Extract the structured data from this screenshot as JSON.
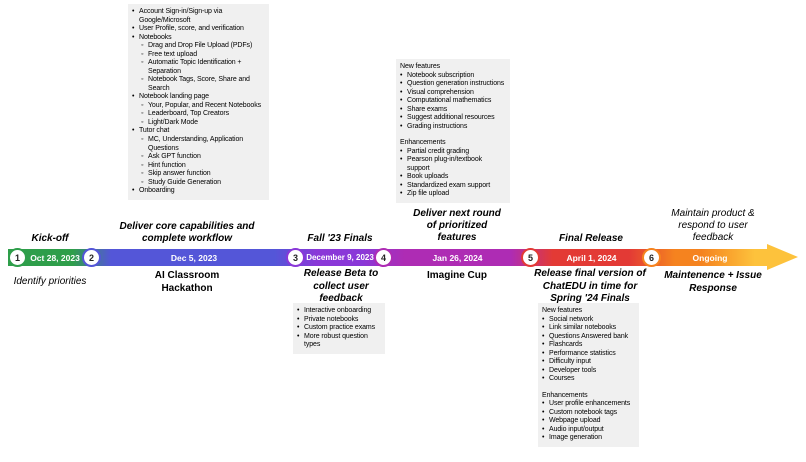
{
  "milestones": [
    {
      "number": "1",
      "date": "Oct 28, 2023",
      "title_above": "Kick-off",
      "label_below": "Identify priorities",
      "color": "#2e9e4a"
    },
    {
      "number": "2",
      "date": "Dec 5, 2023",
      "title_above": "Deliver core capabilities and complete workflow",
      "label_below": "AI Classroom Hackathon",
      "color": "#5456d8"
    },
    {
      "number": "3",
      "date": "December 9, 2023",
      "title_above": "Fall '23 Finals",
      "label_below": "Release Beta to collect user feedback",
      "color": "#8a38d8"
    },
    {
      "number": "4",
      "date": "Jan 26, 2024",
      "title_above": "Deliver next round of prioritized features",
      "label_below": "Imagine Cup",
      "color": "#ae2cb4"
    },
    {
      "number": "5",
      "date": "April 1, 2024",
      "title_above": "Final Release",
      "label_below": "Release final version of ChatEDU in time for Spring '24 Finals",
      "color": "#e33a35"
    },
    {
      "number": "6",
      "date": "Ongoing",
      "title_above": "Maintain product & respond to user feedback",
      "label_below": "Maintenence + Issue Response",
      "color": "#f5831f"
    }
  ],
  "colors": {
    "segment_green": "#2e9e4a",
    "segment_indigo": "#5456d8",
    "segment_purple": "#8a38d8",
    "segment_magenta": "#ae2cb4",
    "segment_red": "#e33a35",
    "segment_orange": "#f5831f",
    "arrow_yellow": "#fdc23c",
    "callout_background": "#f0f0f0"
  },
  "callouts": {
    "core_workflow": {
      "items": [
        {
          "t": "bullet",
          "text": "Account Sign-in/Sign-up via Google/Microsoft"
        },
        {
          "t": "bullet",
          "text": "User Profile, score, and verification"
        },
        {
          "t": "bullet",
          "text": "Notebooks"
        },
        {
          "t": "sub",
          "text": "Drag and Drop File Upload (PDFs)"
        },
        {
          "t": "sub",
          "text": "Free text upload"
        },
        {
          "t": "sub",
          "text": "Automatic Topic Identification + Separation"
        },
        {
          "t": "sub",
          "text": "Notebook Tags, Score, Share and Search"
        },
        {
          "t": "bullet",
          "text": "Notebook landing page"
        },
        {
          "t": "sub",
          "text": "Your, Popular, and Recent Notebooks"
        },
        {
          "t": "sub",
          "text": "Leaderboard, Top Creators"
        },
        {
          "t": "sub",
          "text": "Light/Dark Mode"
        },
        {
          "t": "bullet",
          "text": "Tutor chat"
        },
        {
          "t": "sub",
          "text": "MC, Understanding, Application Questions"
        },
        {
          "t": "sub",
          "text": "Ask GPT function"
        },
        {
          "t": "sub",
          "text": "Hint function"
        },
        {
          "t": "sub",
          "text": "Skip answer function"
        },
        {
          "t": "sub",
          "text": "Study Guide Generation"
        },
        {
          "t": "bullet",
          "text": "Onboarding"
        }
      ]
    },
    "next_round": {
      "items": [
        {
          "t": "header",
          "text": "New features"
        },
        {
          "t": "bullet",
          "text": "Notebook subscription"
        },
        {
          "t": "bullet",
          "text": "Question generation instructions"
        },
        {
          "t": "bullet",
          "text": "Visual comprehension"
        },
        {
          "t": "bullet",
          "text": "Computational mathematics"
        },
        {
          "t": "bullet",
          "text": "Share exams"
        },
        {
          "t": "bullet",
          "text": "Suggest additional resources"
        },
        {
          "t": "bullet",
          "text": "Grading instructions"
        },
        {
          "t": "spacer"
        },
        {
          "t": "header",
          "text": "Enhancements"
        },
        {
          "t": "bullet",
          "text": "Partial credit grading"
        },
        {
          "t": "bullet",
          "text": "Pearson plug-in/textbook support"
        },
        {
          "t": "bullet",
          "text": "Book uploads"
        },
        {
          "t": "bullet",
          "text": "Standardized exam support"
        },
        {
          "t": "bullet",
          "text": "Zip file upload"
        }
      ]
    },
    "beta_release": {
      "items": [
        {
          "t": "bullet",
          "text": "Interactive onboarding"
        },
        {
          "t": "bullet",
          "text": "Private notebooks"
        },
        {
          "t": "bullet",
          "text": "Custom practice exams"
        },
        {
          "t": "bullet",
          "text": "More robust question types"
        }
      ]
    },
    "final_release": {
      "items": [
        {
          "t": "header",
          "text": "New features"
        },
        {
          "t": "bullet",
          "text": "Social network"
        },
        {
          "t": "bullet",
          "text": "Link similar notebooks"
        },
        {
          "t": "bullet",
          "text": "Questions Answered bank"
        },
        {
          "t": "bullet",
          "text": "Flashcards"
        },
        {
          "t": "bullet",
          "text": "Performance statistics"
        },
        {
          "t": "bullet",
          "text": "Difficulty input"
        },
        {
          "t": "bullet",
          "text": "Developer tools"
        },
        {
          "t": "bullet",
          "text": "Courses"
        },
        {
          "t": "spacer"
        },
        {
          "t": "header",
          "text": "Enhancements"
        },
        {
          "t": "bullet",
          "text": "User profile enhancements"
        },
        {
          "t": "bullet",
          "text": "Custom notebook tags"
        },
        {
          "t": "bullet",
          "text": "Webpage upload"
        },
        {
          "t": "bullet",
          "text": "Audio input/output"
        },
        {
          "t": "bullet",
          "text": "Image generation"
        }
      ]
    }
  }
}
